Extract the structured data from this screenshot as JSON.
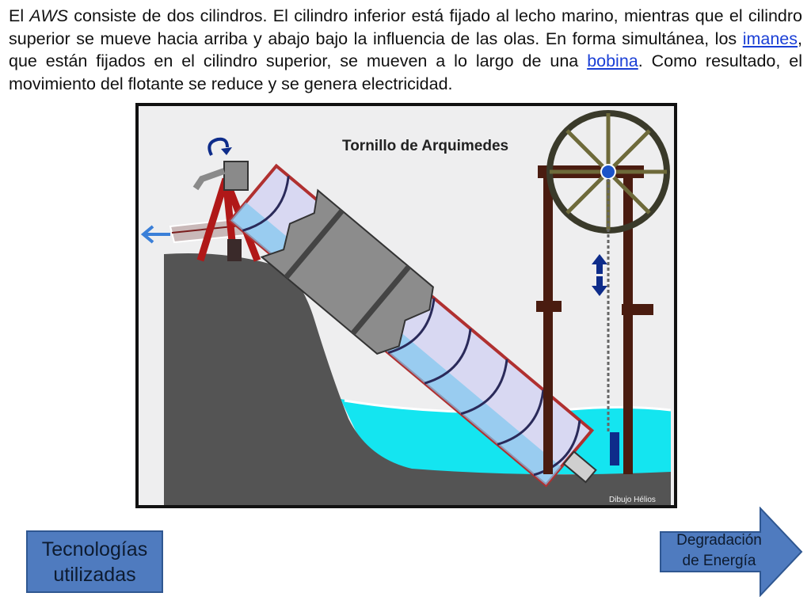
{
  "paragraph": {
    "p1": "El ",
    "p2": "AWS",
    "p3": " consiste de dos cilindros. El cilindro inferior está fijado al lecho marino, mientras que el cilindro superior se mueve hacia arriba y abajo bajo la influencia de las olas. En forma simultánea, los ",
    "link1": "imanes",
    "p4": ", que están fijados en el cilindro superior, se mueven a lo largo de una ",
    "link2": "bobina",
    "p5": ". Como resultado, el movimiento del flotante se reduce y se genera electricidad."
  },
  "figure": {
    "title": "Tornillo de Arquimedes",
    "credit": "Dibujo Hélios"
  },
  "buttons": {
    "tecnologias": {
      "line1": "Tecnologías",
      "line2": "utilizadas"
    },
    "degradacion": {
      "line1": "Degradación",
      "line2": "de Energía"
    }
  },
  "colors": {
    "button_fill": "#4f7bbf",
    "link": "#1a3fd6",
    "water": "#14e5f0",
    "ground": "#545454",
    "tower": "#4a1c10"
  }
}
